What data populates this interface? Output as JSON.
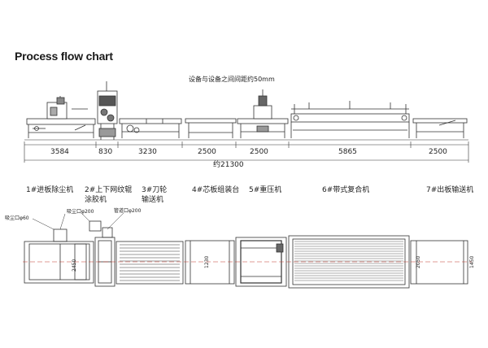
{
  "title": "Process flow chart",
  "spacing_note": "设备与设备之间间距约50mm",
  "segment_lengths": [
    "3584",
    "830",
    "3230",
    "2500",
    "2500",
    "5865",
    "2500"
  ],
  "total_length": "约21300",
  "machines": [
    {
      "num": "1#",
      "lines": [
        "进板除尘机"
      ]
    },
    {
      "num": "2#",
      "lines": [
        "上下网纹辊",
        "涂胶机"
      ]
    },
    {
      "num": "3#",
      "lines": [
        "刀轮",
        "输送机"
      ]
    },
    {
      "num": "4#",
      "lines": [
        "芯板组装台"
      ]
    },
    {
      "num": "5#",
      "lines": [
        "重压机"
      ]
    },
    {
      "num": "6#",
      "lines": [
        "带式复合机"
      ]
    },
    {
      "num": "7#",
      "lines": [
        "出板输送机"
      ]
    }
  ],
  "plan_labels": {
    "dust_duct": "吸尘口φ60",
    "dust_duct_2": "吸尘口φ200",
    "pipe": "管道口φ200",
    "width_a": "2450",
    "width_b": "1230",
    "width_c": "2050",
    "width_d": "1450"
  }
}
